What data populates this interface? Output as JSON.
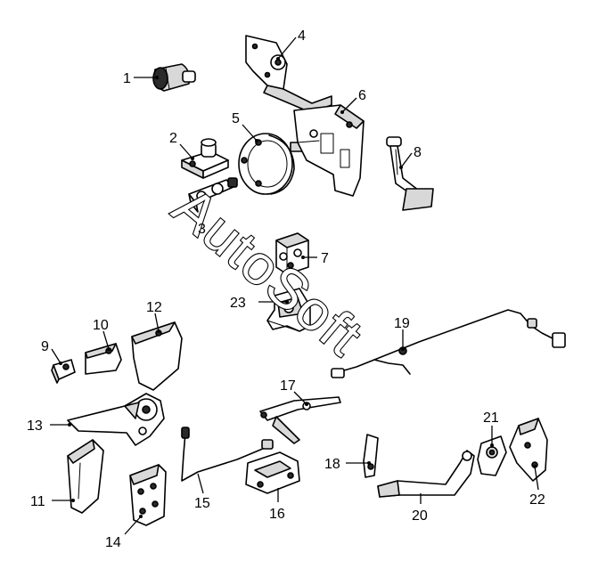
{
  "watermark": {
    "text": "AutoSoft"
  },
  "callouts": {
    "c1": "1",
    "c2": "2",
    "c3": "3",
    "c4": "4",
    "c5": "5",
    "c6": "6",
    "c7": "7",
    "c8": "8",
    "c9": "9",
    "c10": "10",
    "c11": "11",
    "c12": "12",
    "c13": "13",
    "c14": "14",
    "c15": "15",
    "c16": "16",
    "c17": "17",
    "c18": "18",
    "c19": "19",
    "c20": "20",
    "c21": "21",
    "c22": "22",
    "c23": "23"
  }
}
